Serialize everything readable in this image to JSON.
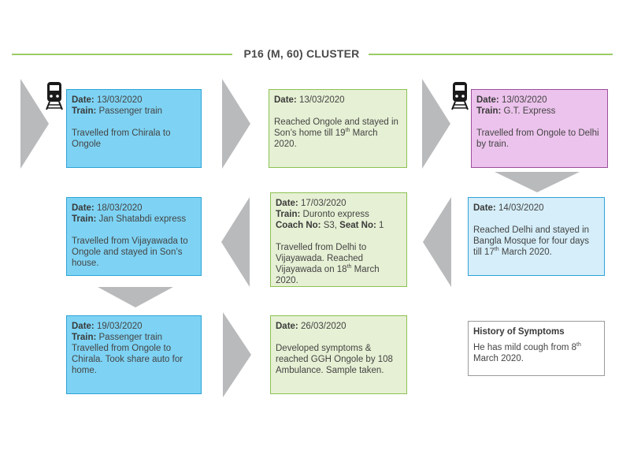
{
  "title": "P16 (M, 60) CLUSTER",
  "colors": {
    "blue": "#7ed3f4",
    "green": "#e6f0d4",
    "pink": "#ecc3ec",
    "light_blue": "#d5eef9",
    "arrow": "#b9babc",
    "line": "#9ccc65"
  },
  "labels": {
    "date": "Date:",
    "train": "Train:",
    "coach": "Coach No:",
    "seat": "Seat No:"
  },
  "cards": {
    "c1": {
      "date": "13/03/2020",
      "train": "Passenger train",
      "text": "Travelled from Chirala to Ongole"
    },
    "c2": {
      "date": "13/03/2020",
      "text_a": "Reached Ongole and stayed in Son’s home till 19",
      "sup": "th",
      "text_b": " March 2020."
    },
    "c3": {
      "date": "13/03/2020",
      "train": "G.T. Express",
      "text": "Travelled from Ongole to Delhi by train."
    },
    "c4": {
      "date": "14/03/2020",
      "text_a": "Reached Delhi and stayed in Bangla Mosque for four days till 17",
      "sup": "th",
      "text_b": " March 2020."
    },
    "c5": {
      "date": "17/03/2020",
      "train": "Duronto express",
      "coach": "S3,",
      "seat": "1",
      "text_a": "Travelled from Delhi to Vijayawada. Reached Vijayawada on 18",
      "sup": "th",
      "text_b": " March 2020."
    },
    "c6": {
      "date": "18/03/2020",
      "train": "Jan Shatabdi express",
      "text": "Travelled from Vijayawada to Ongole and stayed in Son’s house."
    },
    "c7": {
      "date": "19/03/2020",
      "train": "Passenger train",
      "text": "Travelled from Ongole to Chirala. Took share auto for home."
    },
    "c8": {
      "date": "26/03/2020",
      "text": "Developed symptoms & reached GGH Ongole by 108 Ambulance. Sample taken."
    },
    "c9": {
      "heading": "History of Symptoms",
      "text_a": "He has mild cough from 8",
      "sup": "th",
      "text_b": " March 2020."
    }
  }
}
